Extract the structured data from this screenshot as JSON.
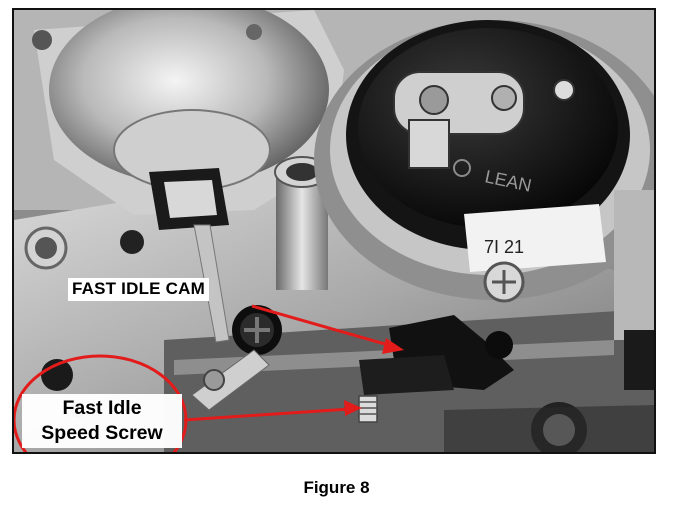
{
  "figure": {
    "callout_cam": "FAST IDLE CAM",
    "callout_screw_line1": "Fast Idle",
    "callout_screw_line2": "Speed Screw",
    "lean_text": "LEAN",
    "sticker_text": "7I 21",
    "caption": "Figure 8",
    "arrow_color": "#e21b1b"
  }
}
